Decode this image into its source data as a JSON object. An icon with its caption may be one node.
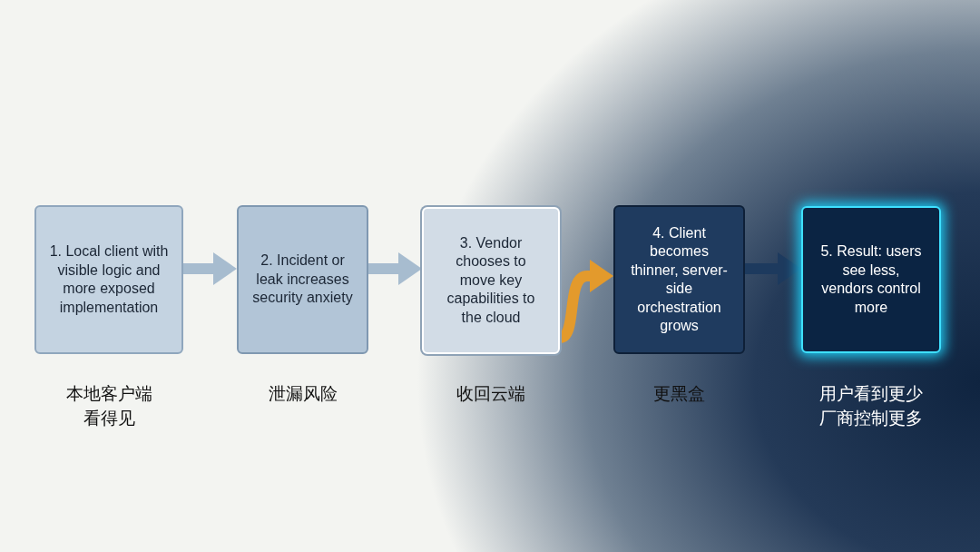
{
  "diagram": {
    "nodes": [
      {
        "text": [
          "1. Local client with visible logic and more exposed implementation"
        ],
        "beside": [
          "本地客户端看得见"
        ]
      },
      {
        "text": [
          "2. Incident or leak increases security anxiety"
        ],
        "beside": [
          "泄漏风险"
        ]
      },
      {
        "text": [
          "3. Vendor chooses to move key capabilities to the cloud"
        ],
        "beside": [
          "收回云端"
        ]
      },
      {
        "text": [
          "4. Client becomes thinner, server-side orchestration grows"
        ],
        "beside": [
          "更黑盒"
        ]
      },
      {
        "text": [
          "5. Result: users see less, vendors control more"
        ],
        "beside": [
          "用户看到更少厂商控制更多"
        ]
      }
    ],
    "edges": [
      {
        "from": 0,
        "to": 1,
        "arrow": "to"
      },
      {
        "from": 1,
        "to": 2,
        "arrow": "to"
      },
      {
        "from": 2,
        "to": 3,
        "arrow": "to",
        "color": "#e39a2c"
      },
      {
        "from": 3,
        "to": 4,
        "arrow": "to",
        "color": "#1d3a5e"
      }
    ]
  }
}
